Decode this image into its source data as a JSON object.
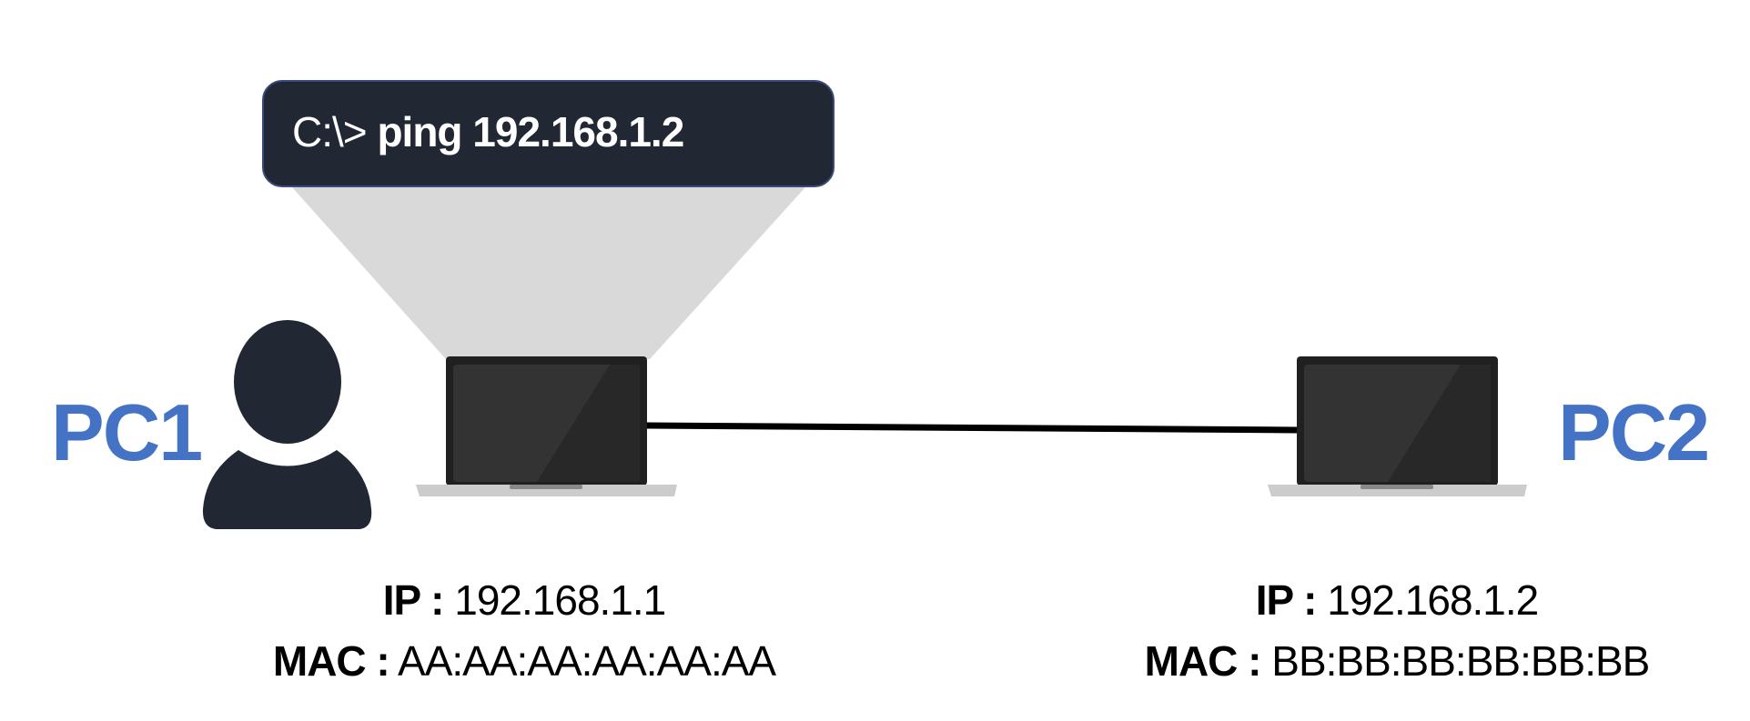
{
  "command": {
    "prompt": "C:\\>",
    "text": "ping 192.168.1.2"
  },
  "pc1": {
    "label": "PC1",
    "ip_label": "IP :",
    "ip": "192.168.1.1",
    "mac_label": "MAC :",
    "mac": "AA:AA:AA:AA:AA:AA"
  },
  "pc2": {
    "label": "PC2",
    "ip_label": "IP :",
    "ip": "192.168.1.2",
    "mac_label": "MAC :",
    "mac": "BB:BB:BB:BB:BB:BB"
  },
  "colors": {
    "label": "#4472C4",
    "bubble": "#222833",
    "beam": "#d9d9d9",
    "person": "#222833"
  }
}
